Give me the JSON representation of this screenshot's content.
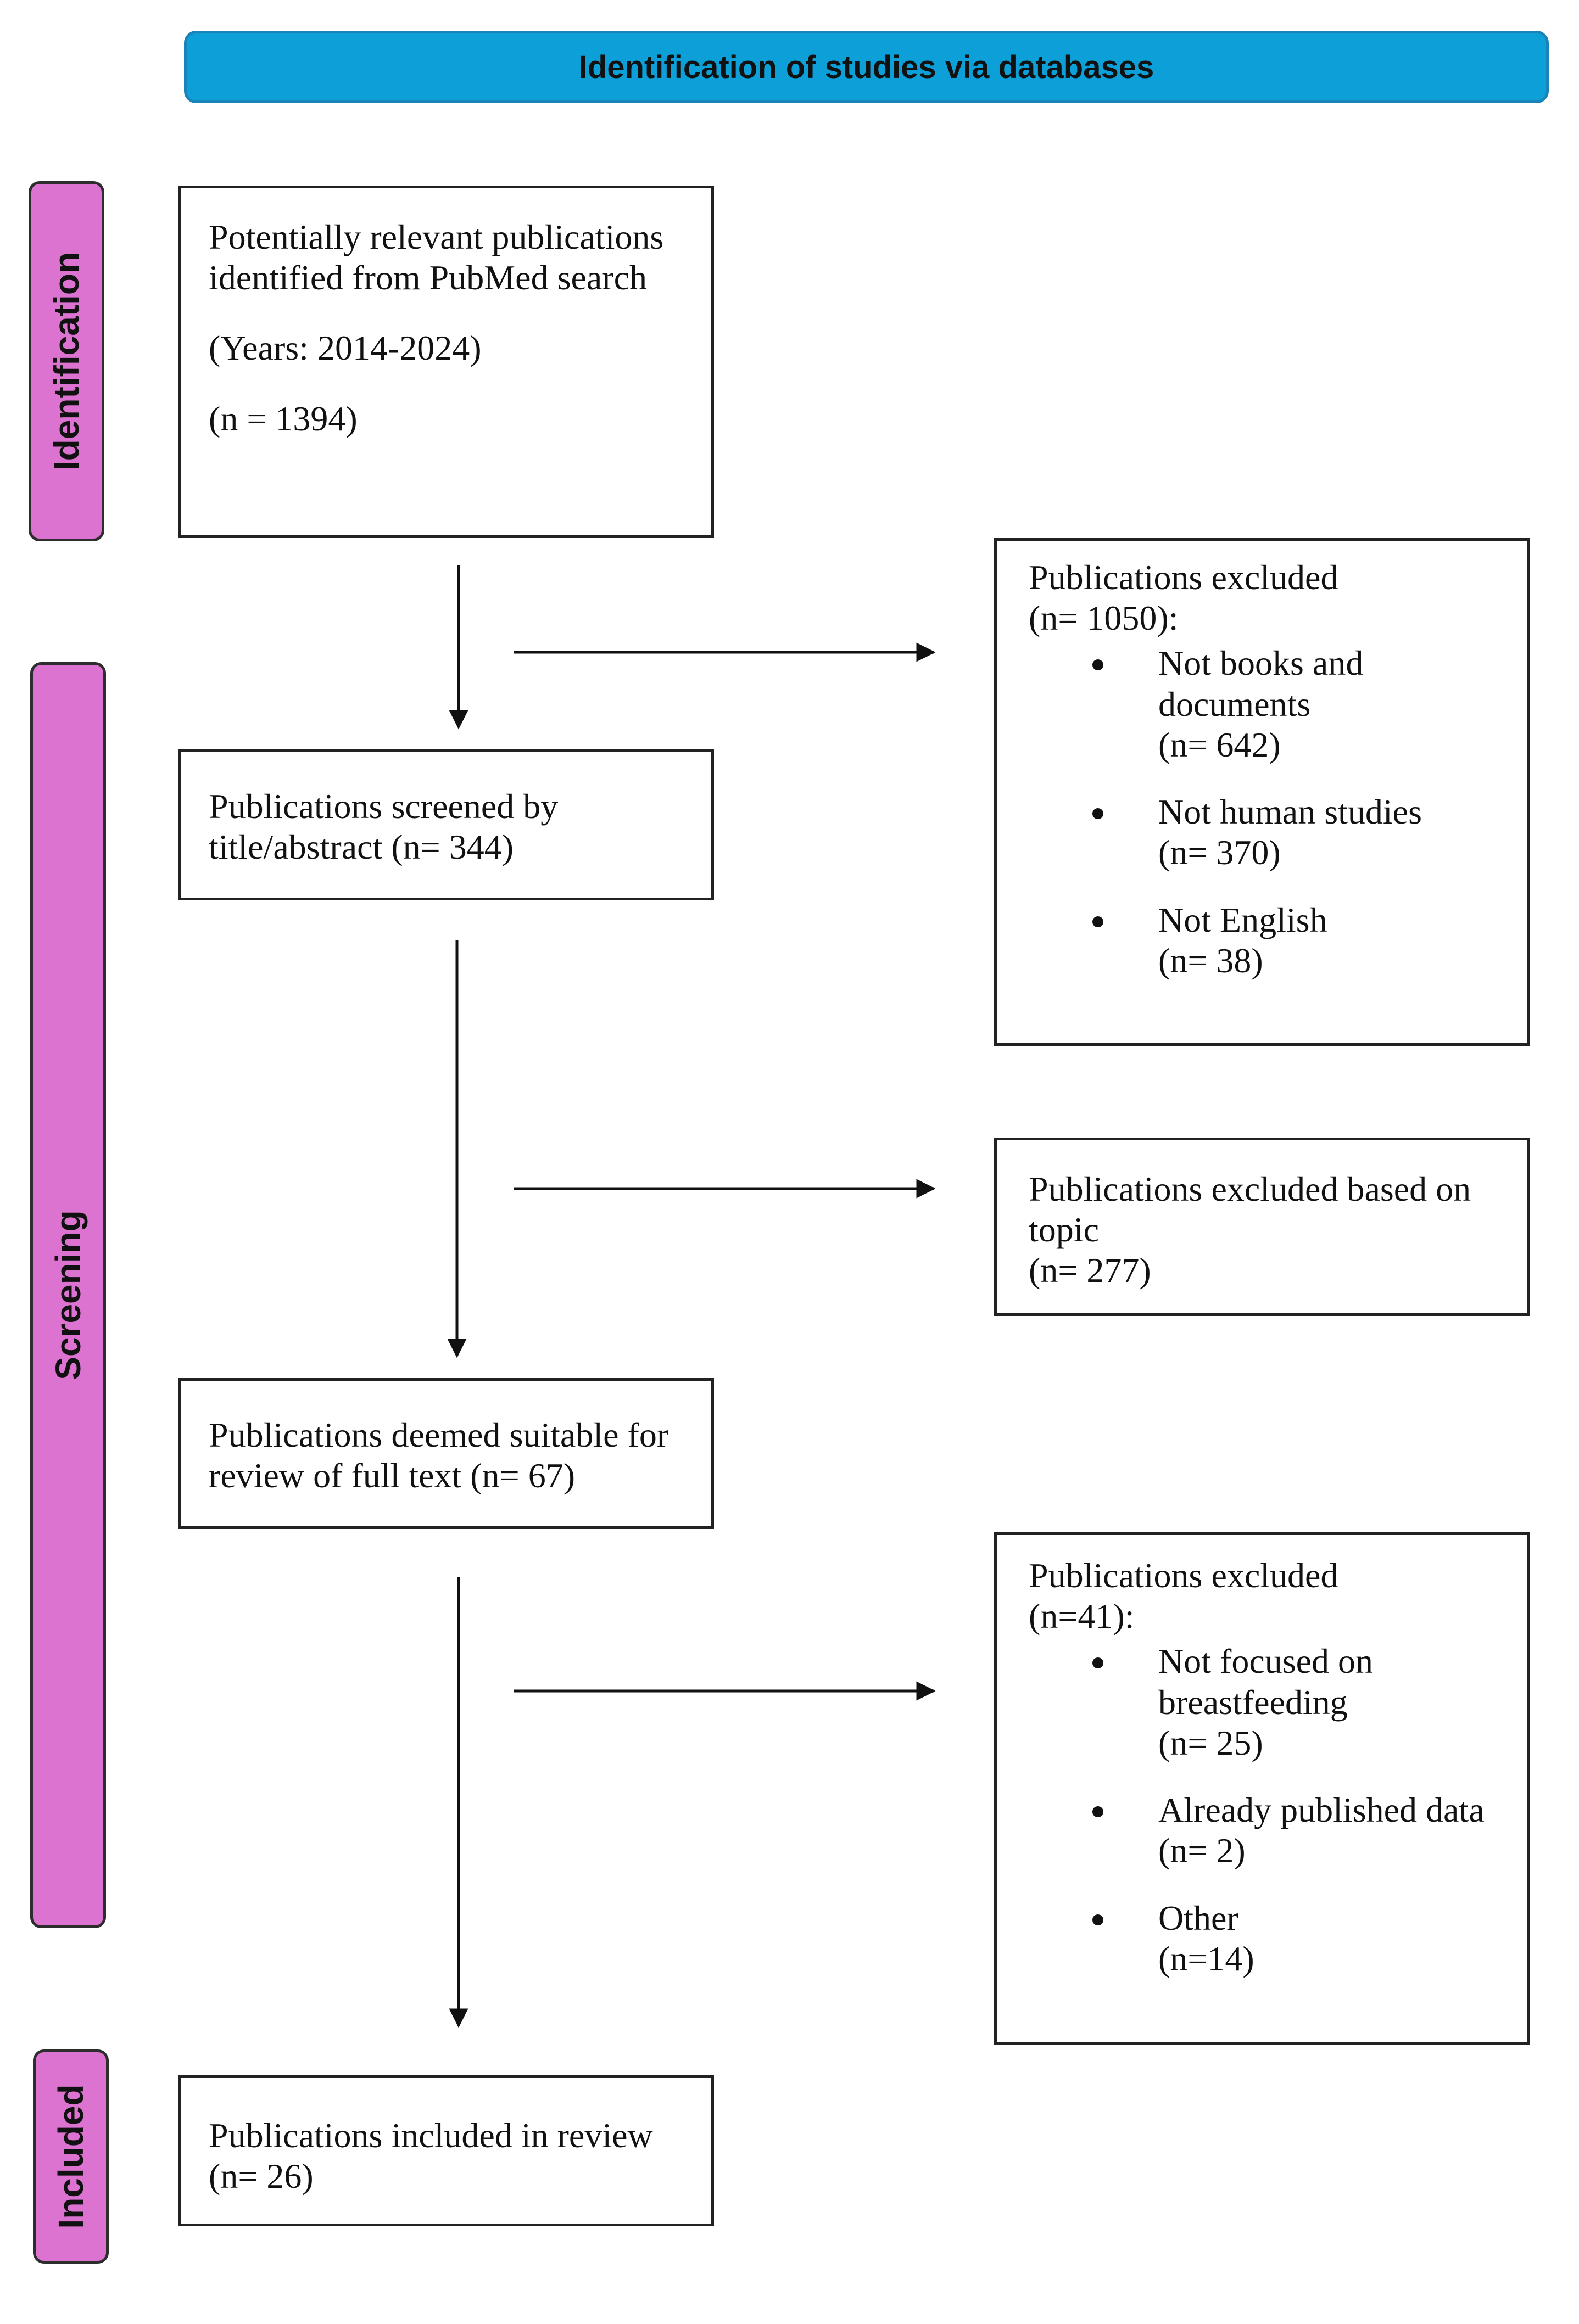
{
  "header": {
    "title": "Identification of studies via databases"
  },
  "phases": {
    "identification": "Identification",
    "screening": "Screening",
    "included": "Included"
  },
  "boxes": {
    "identified": {
      "line1": "Potentially relevant publications identified from PubMed search",
      "years": "(Years: 2014-2024)",
      "count": "(n = 1394)"
    },
    "screened": {
      "text": "Publications screened by title/abstract (n= 344)"
    },
    "full_text": {
      "text": "Publications deemed suitable for review of full text (n= 67)"
    },
    "included": {
      "title": "Publications included in review",
      "count": "(n= 26)"
    }
  },
  "exclusions": {
    "first": {
      "title": "Publications excluded",
      "count": "(n= 1050):",
      "items": [
        {
          "label": "Not books and documents",
          "count": "(n= 642)"
        },
        {
          "label": "Not human studies",
          "count": "(n= 370)"
        },
        {
          "label": "Not English",
          "count": "(n= 38)"
        }
      ]
    },
    "topic": {
      "title": "Publications excluded based on topic",
      "count": "(n= 277)"
    },
    "third": {
      "title": "Publications excluded",
      "count": "(n=41):",
      "items": [
        {
          "label": "Not focused on breastfeeding",
          "count": "(n= 25)"
        },
        {
          "label": "Already published data",
          "count": "(n= 2)"
        },
        {
          "label": "Other",
          "count": "(n=14)"
        }
      ]
    }
  }
}
